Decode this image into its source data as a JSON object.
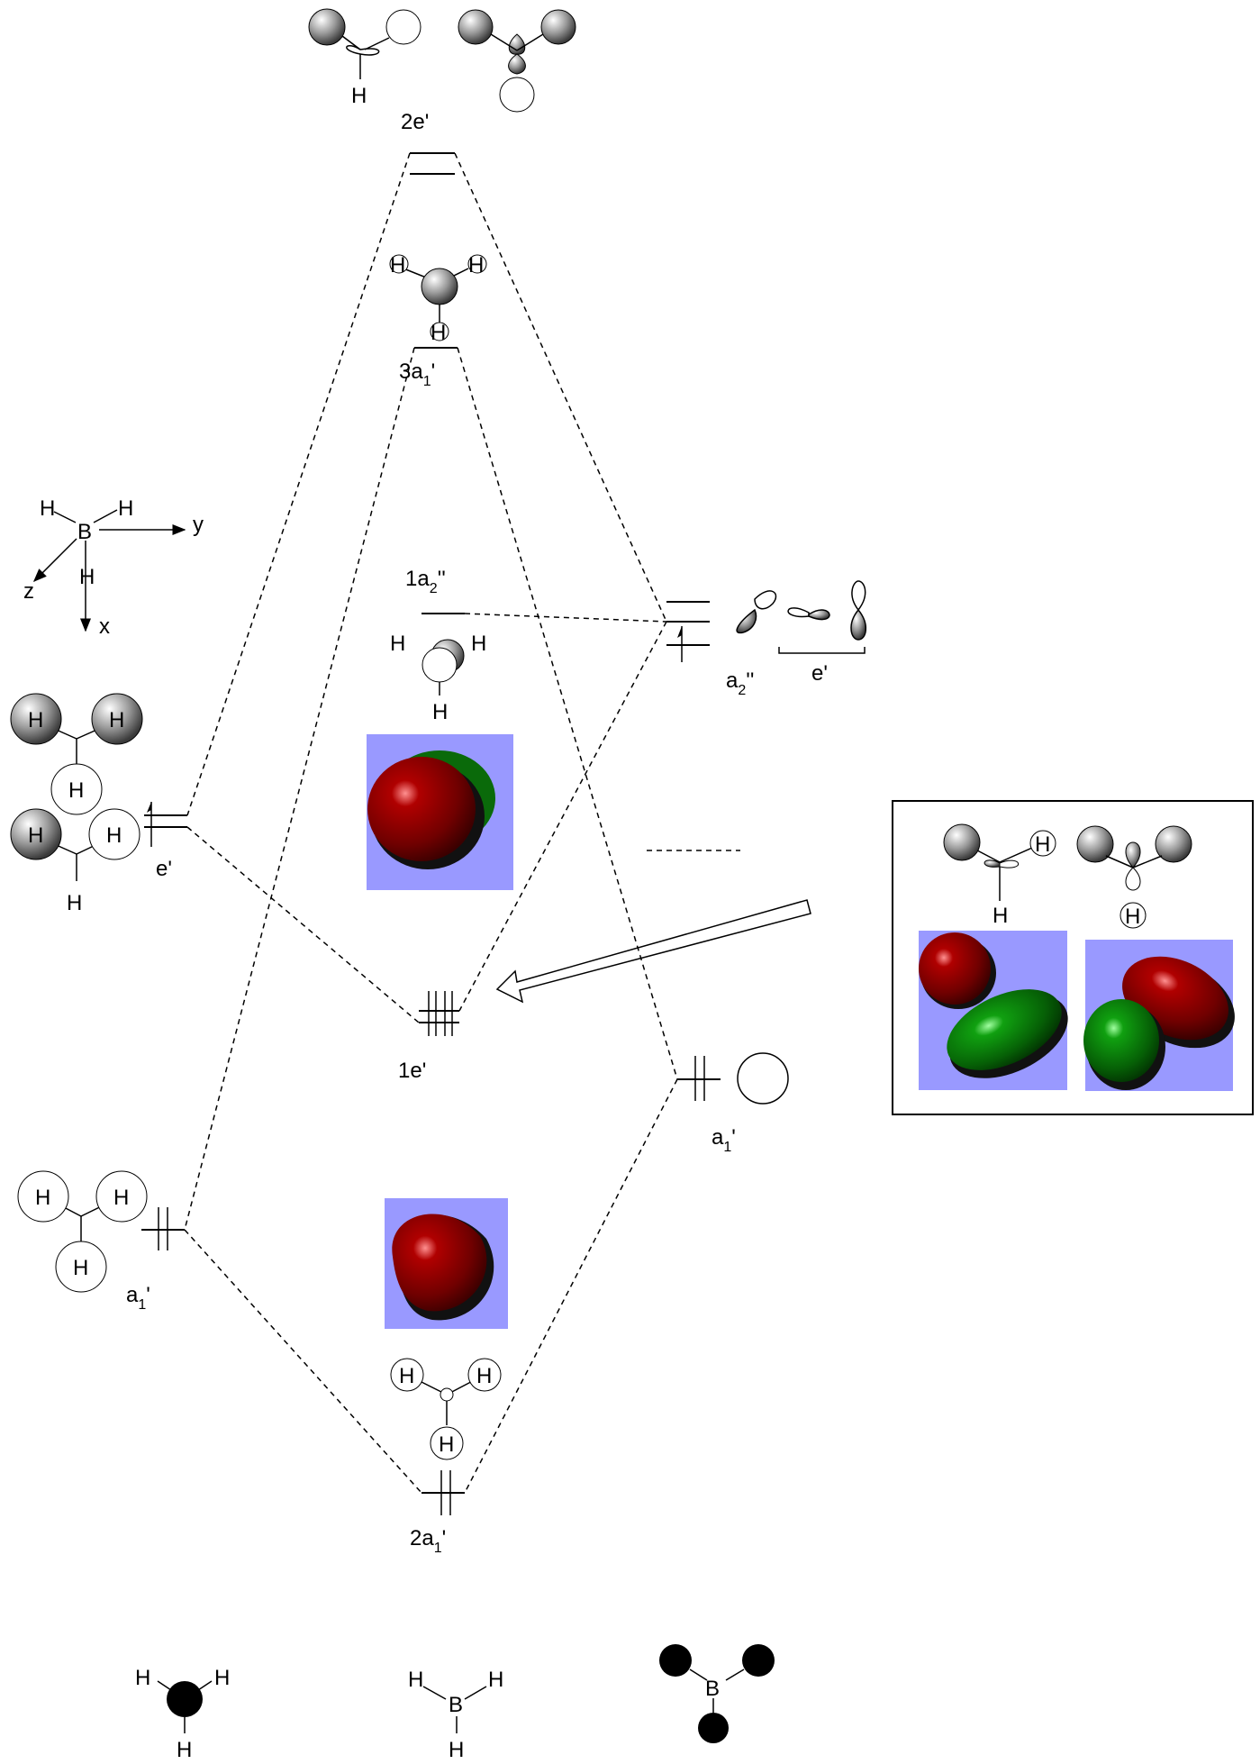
{
  "levels": {
    "top_e": "2e'",
    "a1_3": {
      "main": "3a",
      "sub": "1",
      "tail": "'"
    },
    "a2_1": {
      "prefix": "1a",
      "sub": "2",
      "tail": "''"
    },
    "e_1": "1e'",
    "a1_2": {
      "main": "2a",
      "sub": "1",
      "tail": "'"
    },
    "frag_e": "e'",
    "frag_a1": {
      "main": "a",
      "sub": "1",
      "tail": "'"
    },
    "b_a2": {
      "main": "a",
      "sub": "2",
      "tail": "''"
    },
    "b_e": "e'",
    "b_a1": {
      "main": "a",
      "sub": "1",
      "tail": "'"
    }
  },
  "atoms": {
    "H": "H",
    "B": "B"
  },
  "axes": {
    "x": "x",
    "y": "y",
    "z": "z"
  },
  "colors": {
    "panel_bg": "#9999ff",
    "lobe_red": "#8b0000",
    "lobe_green": "#0a8a0a",
    "shadow": "#111111"
  }
}
